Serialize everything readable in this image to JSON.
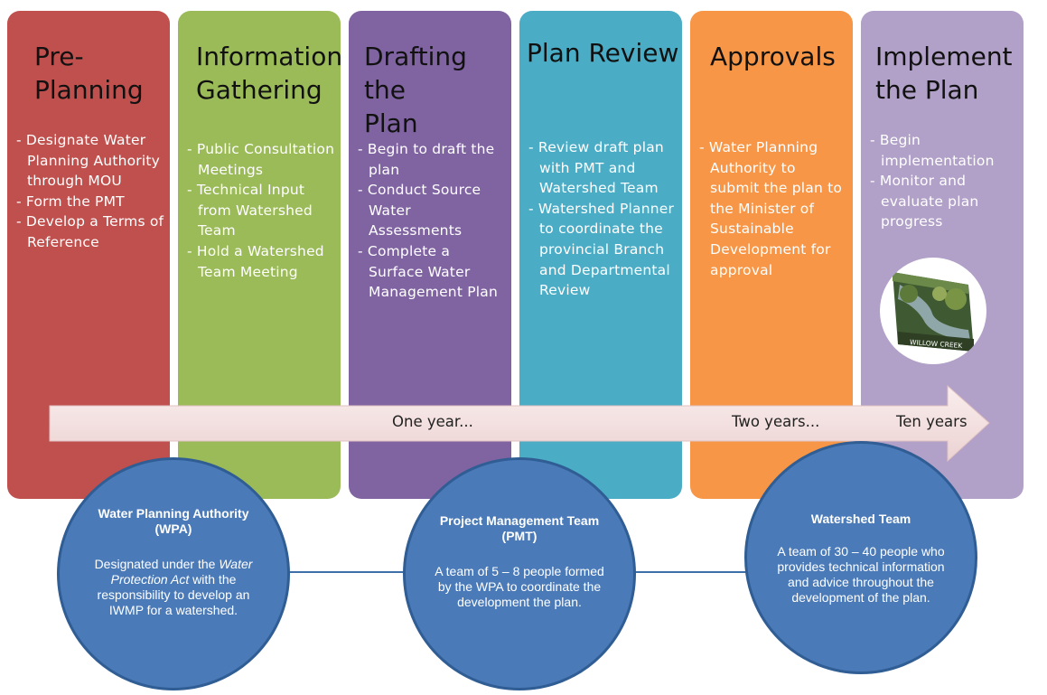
{
  "stages": [
    {
      "title": "Pre-\nPlanning",
      "color": "#c0504d",
      "items": [
        "Designate Water Planning Authority through MOU",
        "Form the PMT",
        "Develop a Terms of Reference"
      ]
    },
    {
      "title": "Information\nGathering",
      "color": "#9bbb59",
      "items": [
        "Public Consultation Meetings",
        "Technical Input from Watershed Team",
        "Hold a Watershed Team Meeting"
      ]
    },
    {
      "title": "Drafting the\nPlan",
      "color": "#8064a2",
      "items": [
        "Begin to draft the plan",
        "Conduct Source Water Assessments",
        "Complete a Surface Water Management Plan"
      ]
    },
    {
      "title": "Plan Review",
      "color": "#4bacc6",
      "items": [
        "Review draft plan with PMT and Watershed Team",
        "Watershed Planner to coordinate the provincial Branch and Departmental Review"
      ]
    },
    {
      "title": "Approvals",
      "color": "#f79646",
      "items": [
        "Water Planning Authority to submit the plan to the Minister of Sustainable Development for approval"
      ]
    },
    {
      "title": "Implement\nthe Plan",
      "color": "#b1a0c7",
      "items": [
        "Begin implementation",
        "Monitor and evaluate plan progress"
      ]
    }
  ],
  "timeline": {
    "labels": [
      "One year...",
      "Two years...",
      "Ten years"
    ]
  },
  "image": {
    "caption": "WILLOW CREEK"
  },
  "teams": [
    {
      "name": "Water Planning Authority (WPA)",
      "desc_before": "Designated under the ",
      "desc_italic": "Water Protection Act",
      "desc_after": " with the responsibility to develop an IWMP for a watershed."
    },
    {
      "name": "Project Management Team (PMT)",
      "desc": "A team of 5 – 8 people formed by the WPA to coordinate the development the plan."
    },
    {
      "name": "Watershed Team",
      "desc": "A team of 30 – 40 people who provides technical information and advice throughout the development of the plan."
    }
  ]
}
